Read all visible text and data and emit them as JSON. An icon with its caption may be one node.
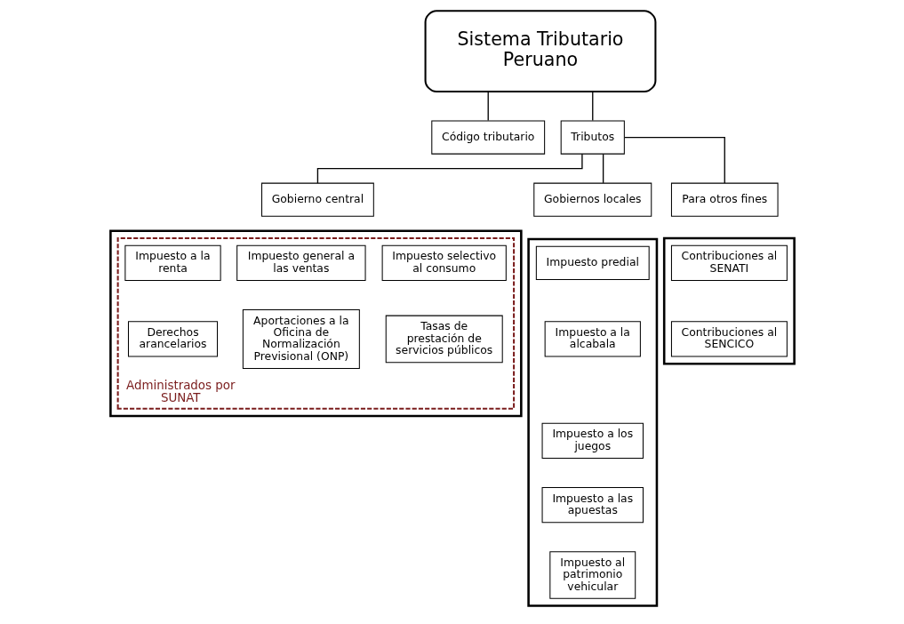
{
  "diagram": {
    "nodes": [
      {
        "text": [
          "Sistema Tributario Peruano"
        ]
      },
      {
        "text": [
          "Código tributario"
        ]
      },
      {
        "text": [
          "Tributos"
        ]
      },
      {
        "text": [
          "Gobierno central"
        ]
      },
      {
        "text": [
          "Gobiernos locales"
        ]
      },
      {
        "text": [
          "Para otros fines"
        ]
      },
      {
        "text": [],
        "shape": "box"
      },
      {
        "text": [
          "Administrados por SUNAT"
        ],
        "in": 6
      },
      {
        "text": [
          "Impuesto a la renta"
        ],
        "in": 7
      },
      {
        "text": [
          "Impuesto general a las ventas"
        ],
        "in": 7
      },
      {
        "text": [
          "Impuesto selectivo al consumo"
        ],
        "in": 7
      },
      {
        "text": [
          "Derechos arancelarios"
        ],
        "in": 7
      },
      {
        "text": [
          "Aportaciones a la Oficina de Normalización Previsional (ONP)"
        ],
        "in": 7
      },
      {
        "text": [
          "Tasas de prestación de servicios públicos"
        ],
        "in": 7
      },
      {
        "text": [],
        "shape": "box"
      },
      {
        "text": [
          "Impuesto predial"
        ],
        "in": 14
      },
      {
        "text": [
          "Impuesto a la alcabala"
        ],
        "in": 14
      },
      {
        "text": [
          "Impuesto a los juegos"
        ],
        "in": 14
      },
      {
        "text": [
          "Impuesto a las apuestas"
        ],
        "in": 14
      },
      {
        "text": [
          "Impuesto al patrimonio vehicular"
        ],
        "in": 14
      },
      {
        "text": [],
        "shape": "box"
      },
      {
        "text": [
          "Contribuciones al SENATI"
        ],
        "in": 20
      },
      {
        "text": [
          "Contribuciones al SENCICO"
        ],
        "in": 20
      }
    ],
    "edges": [
      {
        "from": 0,
        "to": 1,
        "arrow": "none"
      },
      {
        "from": 0,
        "to": 2,
        "arrow": "none"
      },
      {
        "from": 2,
        "to": 3,
        "arrow": "none"
      },
      {
        "from": 2,
        "to": 4,
        "arrow": "none"
      },
      {
        "from": 2,
        "to": 5,
        "arrow": "none"
      }
    ]
  }
}
